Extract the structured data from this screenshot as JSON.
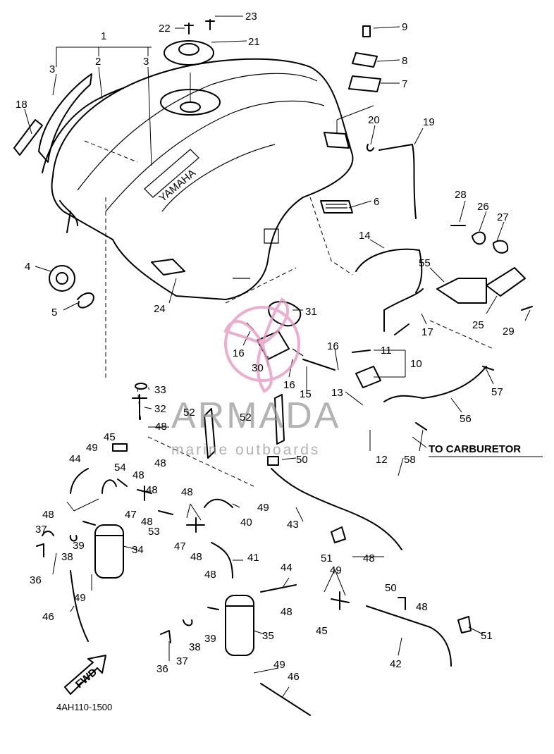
{
  "diagram": {
    "drawing_code": "4AH110-1500",
    "annotation": "TO CARBURETOR",
    "fwd_label": "FWD",
    "tank_brand": "YAMAHA"
  },
  "watermark": {
    "brand": "ARMADA",
    "tagline": "marine outboards",
    "logo_color": "#e79ac3"
  },
  "callouts": [
    {
      "id": "c1",
      "num": "1"
    },
    {
      "id": "c2",
      "num": "2"
    },
    {
      "id": "c3a",
      "num": "3"
    },
    {
      "id": "c3b",
      "num": "3"
    },
    {
      "id": "c4",
      "num": "4"
    },
    {
      "id": "c5",
      "num": "5"
    },
    {
      "id": "c6",
      "num": "6"
    },
    {
      "id": "c7",
      "num": "7"
    },
    {
      "id": "c8",
      "num": "8"
    },
    {
      "id": "c9",
      "num": "9"
    },
    {
      "id": "c10",
      "num": "10"
    },
    {
      "id": "c11",
      "num": "11"
    },
    {
      "id": "c12",
      "num": "12"
    },
    {
      "id": "c13",
      "num": "13"
    },
    {
      "id": "c14",
      "num": "14"
    },
    {
      "id": "c15",
      "num": "15"
    },
    {
      "id": "c16a",
      "num": "16"
    },
    {
      "id": "c16b",
      "num": "16"
    },
    {
      "id": "c16c",
      "num": "16"
    },
    {
      "id": "c17",
      "num": "17"
    },
    {
      "id": "c18",
      "num": "18"
    },
    {
      "id": "c19",
      "num": "19"
    },
    {
      "id": "c20",
      "num": "20"
    },
    {
      "id": "c21",
      "num": "21"
    },
    {
      "id": "c22",
      "num": "22"
    },
    {
      "id": "c23",
      "num": "23"
    },
    {
      "id": "c24",
      "num": "24"
    },
    {
      "id": "c25",
      "num": "25"
    },
    {
      "id": "c26",
      "num": "26"
    },
    {
      "id": "c27",
      "num": "27"
    },
    {
      "id": "c28",
      "num": "28"
    },
    {
      "id": "c29",
      "num": "29"
    },
    {
      "id": "c30",
      "num": "30"
    },
    {
      "id": "c31",
      "num": "31"
    },
    {
      "id": "c32",
      "num": "32"
    },
    {
      "id": "c33",
      "num": "33"
    },
    {
      "id": "c34",
      "num": "34"
    },
    {
      "id": "c35",
      "num": "35"
    },
    {
      "id": "c36a",
      "num": "36"
    },
    {
      "id": "c36b",
      "num": "36"
    },
    {
      "id": "c37a",
      "num": "37"
    },
    {
      "id": "c37b",
      "num": "37"
    },
    {
      "id": "c38a",
      "num": "38"
    },
    {
      "id": "c38b",
      "num": "38"
    },
    {
      "id": "c39a",
      "num": "39"
    },
    {
      "id": "c39b",
      "num": "39"
    },
    {
      "id": "c40",
      "num": "40"
    },
    {
      "id": "c41",
      "num": "41"
    },
    {
      "id": "c42",
      "num": "42"
    },
    {
      "id": "c43",
      "num": "43"
    },
    {
      "id": "c44a",
      "num": "44"
    },
    {
      "id": "c44b",
      "num": "44"
    },
    {
      "id": "c45a",
      "num": "45"
    },
    {
      "id": "c45b",
      "num": "45"
    },
    {
      "id": "c46a",
      "num": "46"
    },
    {
      "id": "c46b",
      "num": "46"
    },
    {
      "id": "c47a",
      "num": "47"
    },
    {
      "id": "c47b",
      "num": "47"
    },
    {
      "id": "c48a",
      "num": "48"
    },
    {
      "id": "c48b",
      "num": "48"
    },
    {
      "id": "c48c",
      "num": "48"
    },
    {
      "id": "c48d",
      "num": "48"
    },
    {
      "id": "c48e",
      "num": "48"
    },
    {
      "id": "c48f",
      "num": "48"
    },
    {
      "id": "c48g",
      "num": "48"
    },
    {
      "id": "c48h",
      "num": "48"
    },
    {
      "id": "c48i",
      "num": "48"
    },
    {
      "id": "c48j",
      "num": "48"
    },
    {
      "id": "c48k",
      "num": "48"
    },
    {
      "id": "c48l",
      "num": "48"
    },
    {
      "id": "c49a",
      "num": "49"
    },
    {
      "id": "c49b",
      "num": "49"
    },
    {
      "id": "c49c",
      "num": "49"
    },
    {
      "id": "c49d",
      "num": "49"
    },
    {
      "id": "c49e",
      "num": "49"
    },
    {
      "id": "c50a",
      "num": "50"
    },
    {
      "id": "c50b",
      "num": "50"
    },
    {
      "id": "c51a",
      "num": "51"
    },
    {
      "id": "c51b",
      "num": "51"
    },
    {
      "id": "c52a",
      "num": "52"
    },
    {
      "id": "c52b",
      "num": "52"
    },
    {
      "id": "c53",
      "num": "53"
    },
    {
      "id": "c54",
      "num": "54"
    },
    {
      "id": "c55",
      "num": "55"
    },
    {
      "id": "c56",
      "num": "56"
    },
    {
      "id": "c57",
      "num": "57"
    },
    {
      "id": "c58",
      "num": "58"
    }
  ]
}
